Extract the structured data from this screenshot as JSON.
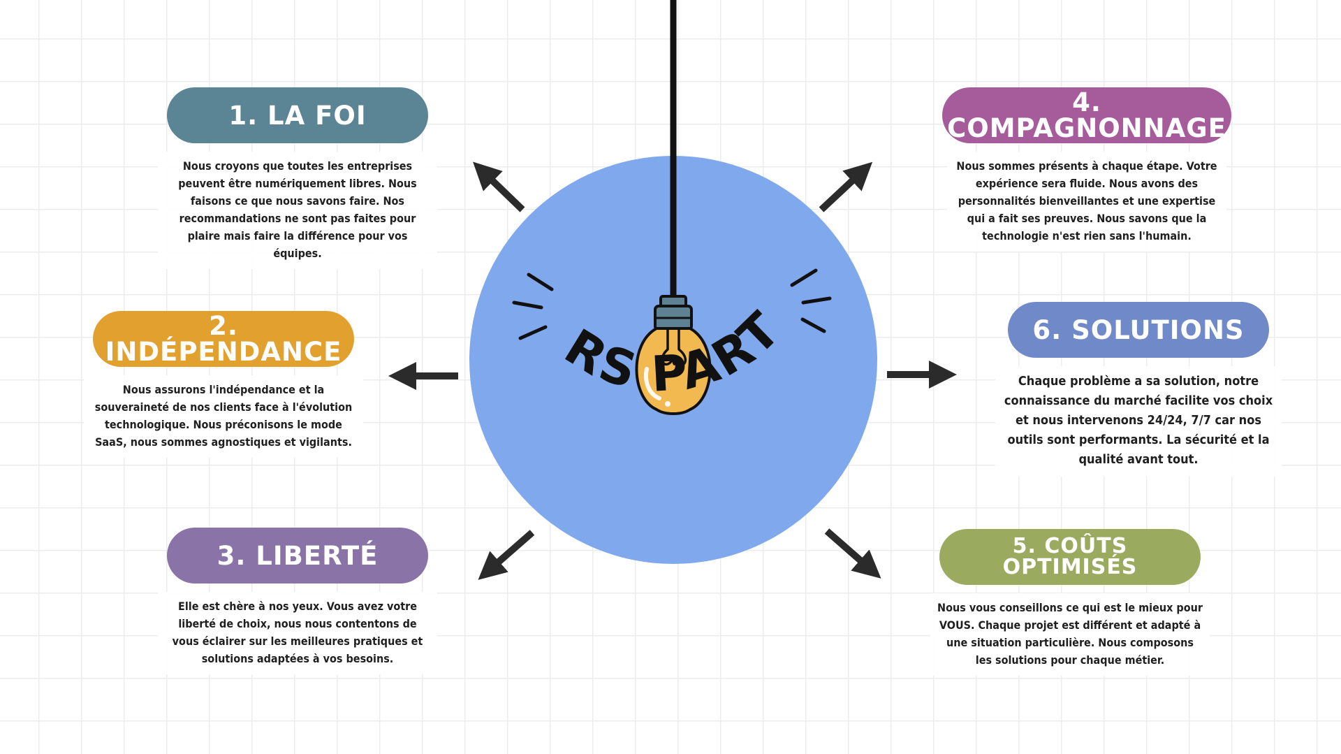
{
  "center_title": "VALEURS PARTAGÉES",
  "colors": {
    "circle": "#7fa8ed",
    "la_foi": "#5b8494",
    "independance": "#e2a12f",
    "liberte": "#8a73a6",
    "compagnonnage": "#a65c9b",
    "solutions": "#6f89c9",
    "couts": "#9aab5f",
    "bulb": "#f2b950",
    "socket": "#5e8294"
  },
  "values": [
    {
      "title": "1. LA FOI",
      "text": "Nous croyons que toutes les entreprises peuvent être numériquement libres. Nous faisons ce que nous savons faire. Nos recommandations ne sont pas faites pour plaire mais faire la différence pour vos équipes."
    },
    {
      "title": "2. INDÉPENDANCE",
      "text": "Nous assurons l'indépendance et la souveraineté de nos clients face à l'évolution technologique. Nous préconisons le mode SaaS, nous sommes agnostiques et vigilants."
    },
    {
      "title": "3. LIBERTÉ",
      "text": "Elle est chère à nos yeux. Vous avez votre liberté de choix, nous nous contentons de vous éclairer sur les meilleures pratiques et solutions adaptées à vos besoins."
    },
    {
      "title": "4. COMPAGNONNAGE",
      "text": "Nous sommes présents à chaque étape. Votre expérience sera fluide. Nous avons des personnalités bienveillantes et une expertise qui a fait ses preuves. Nous savons que la technologie n'est rien sans l'humain."
    },
    {
      "title": "6. SOLUTIONS",
      "text": "Chaque problème a sa solution, notre connaissance du marché facilite vos choix et nous intervenons 24/24, 7/7 car nos outils sont performants. La sécurité et la qualité avant tout."
    },
    {
      "title_line1": "5. COÛTS",
      "title_line2": "OPTIMISÉS",
      "text": "Nous vous conseillons ce qui est le mieux pour VOUS. Chaque projet est différent et adapté à une situation particulière. Nous composons les solutions pour chaque métier."
    }
  ]
}
